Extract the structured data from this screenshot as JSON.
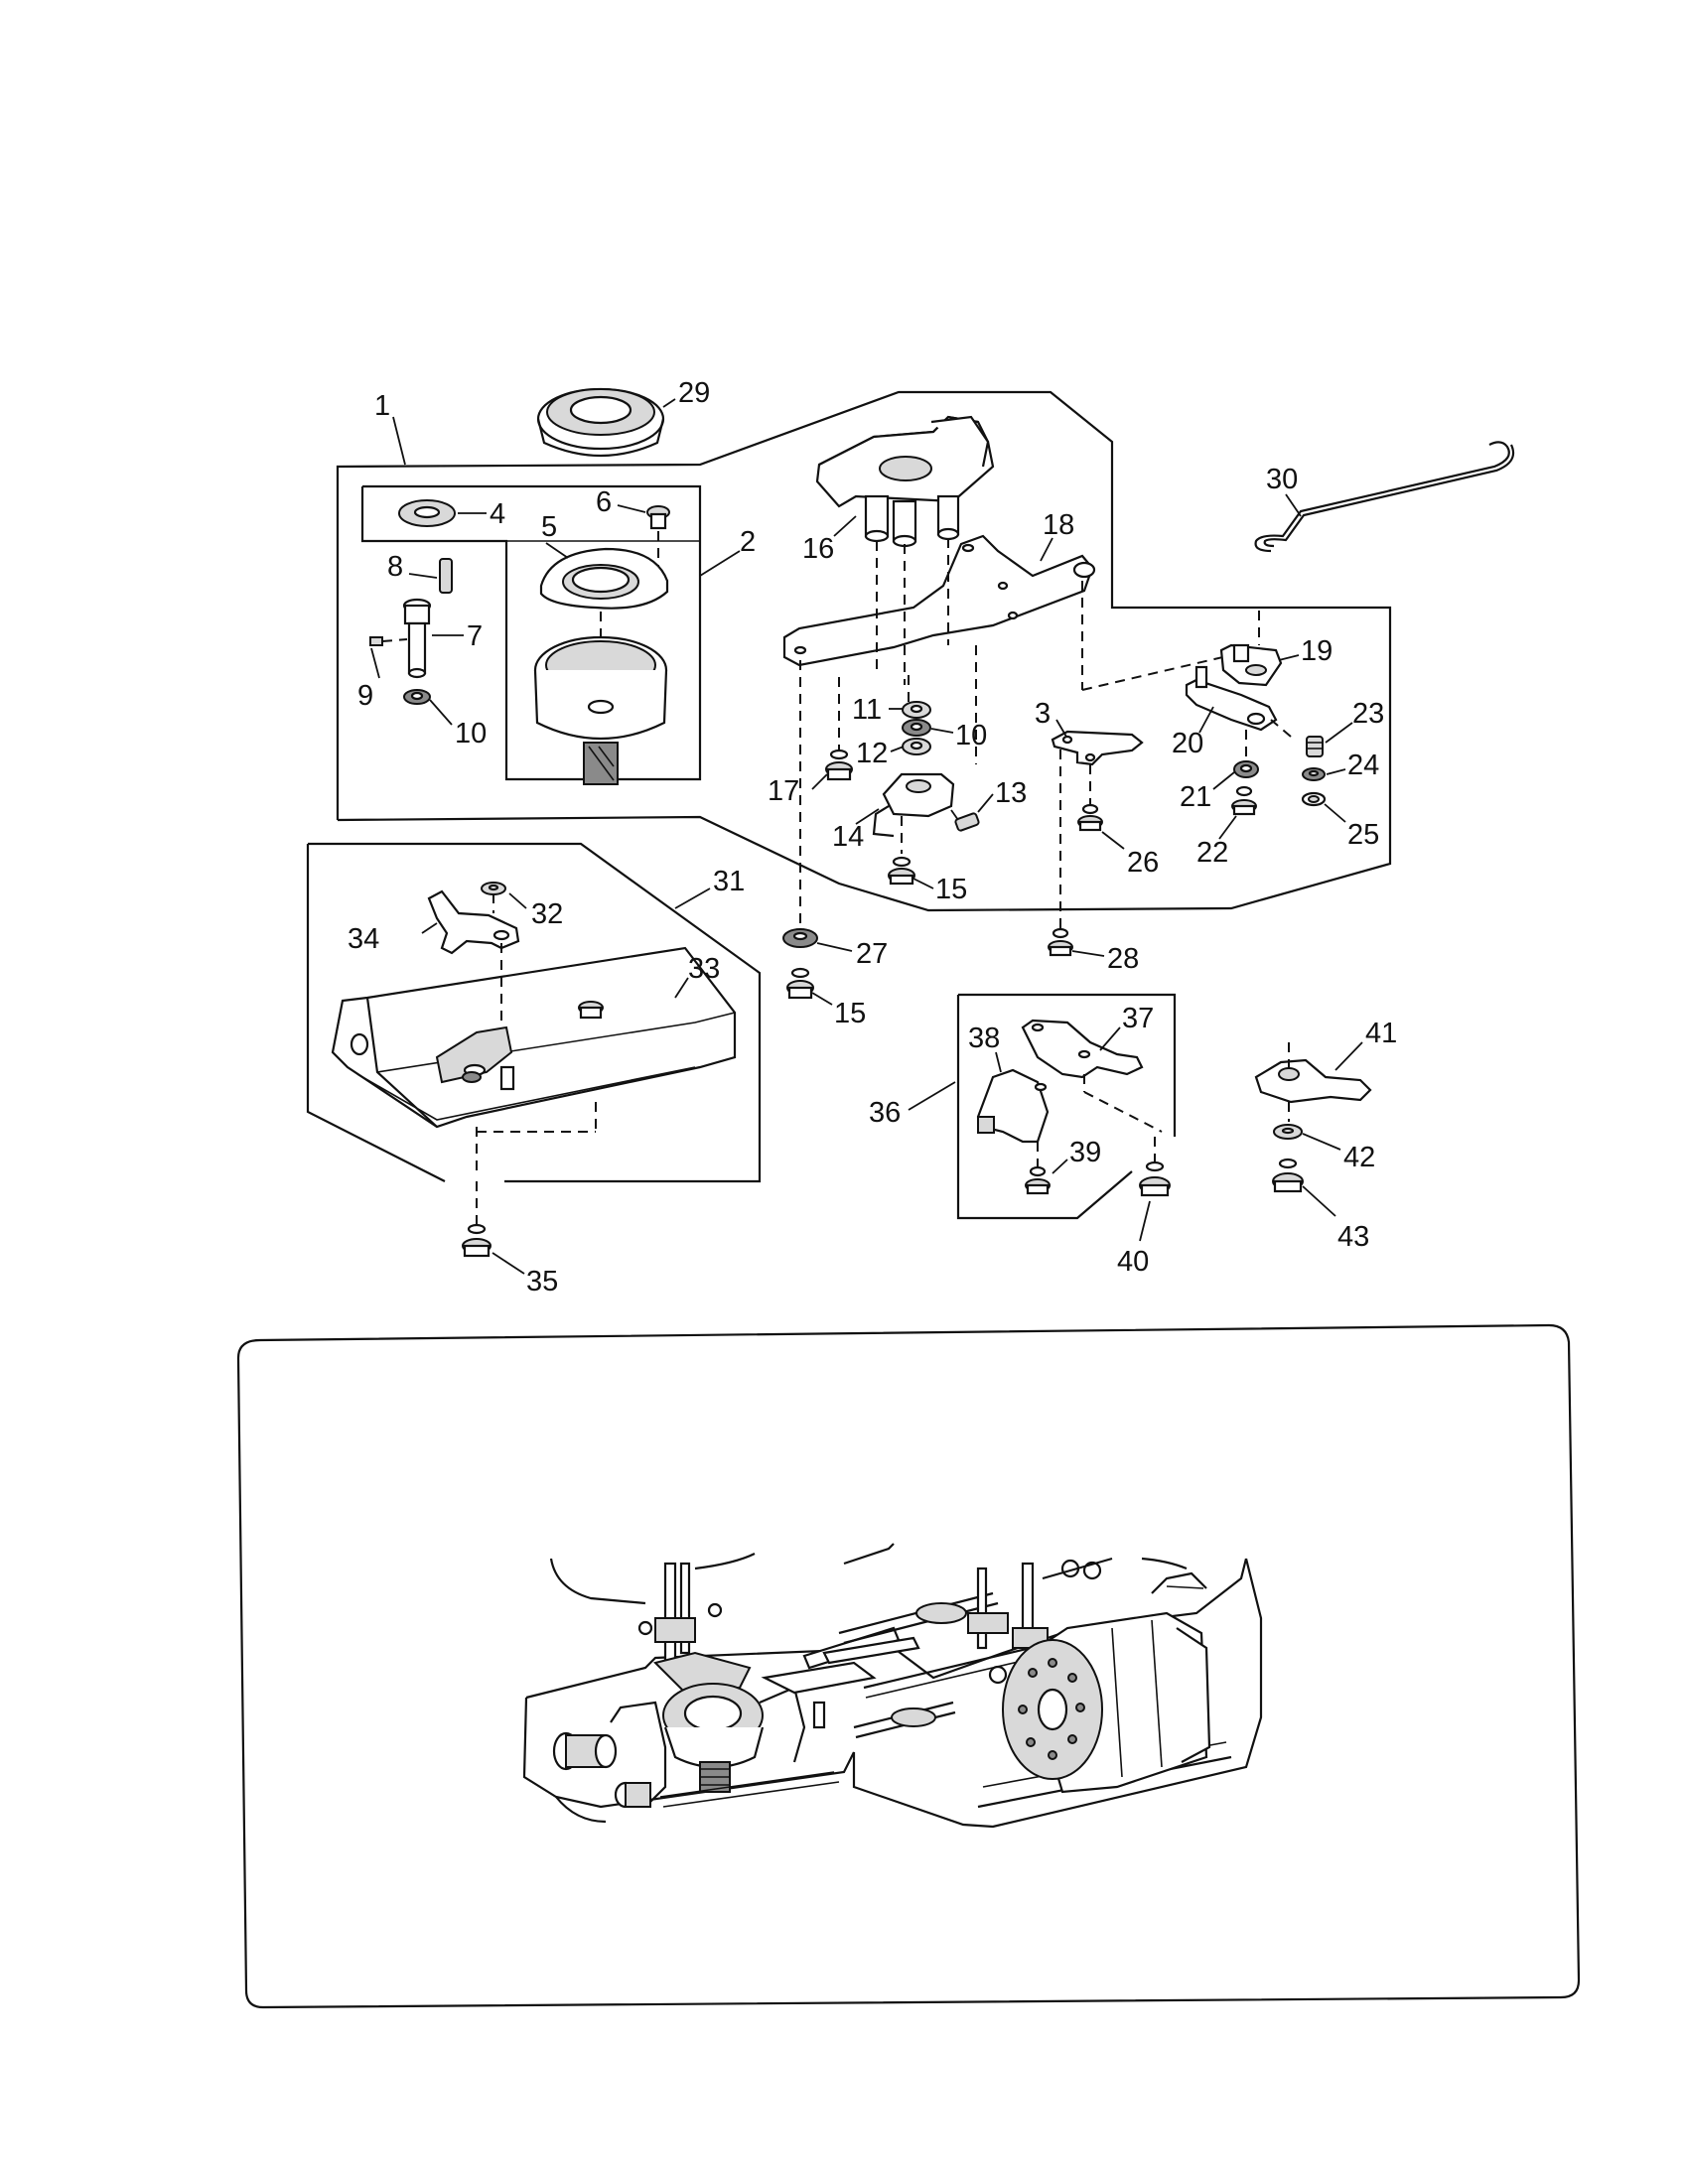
{
  "callouts": [
    {
      "id": "1",
      "label": "1"
    },
    {
      "id": "2",
      "label": "2"
    },
    {
      "id": "3",
      "label": "3"
    },
    {
      "id": "4",
      "label": "4"
    },
    {
      "id": "5",
      "label": "5"
    },
    {
      "id": "6",
      "label": "6"
    },
    {
      "id": "7",
      "label": "7"
    },
    {
      "id": "8",
      "label": "8"
    },
    {
      "id": "9",
      "label": "9"
    },
    {
      "id": "10a",
      "label": "10"
    },
    {
      "id": "10b",
      "label": "10"
    },
    {
      "id": "11",
      "label": "11"
    },
    {
      "id": "12",
      "label": "12"
    },
    {
      "id": "13",
      "label": "13"
    },
    {
      "id": "14",
      "label": "14"
    },
    {
      "id": "15a",
      "label": "15"
    },
    {
      "id": "15b",
      "label": "15"
    },
    {
      "id": "16",
      "label": "16"
    },
    {
      "id": "17",
      "label": "17"
    },
    {
      "id": "18",
      "label": "18"
    },
    {
      "id": "19",
      "label": "19"
    },
    {
      "id": "20",
      "label": "20"
    },
    {
      "id": "21",
      "label": "21"
    },
    {
      "id": "22",
      "label": "22"
    },
    {
      "id": "23",
      "label": "23"
    },
    {
      "id": "24",
      "label": "24"
    },
    {
      "id": "25",
      "label": "25"
    },
    {
      "id": "26",
      "label": "26"
    },
    {
      "id": "27",
      "label": "27"
    },
    {
      "id": "28",
      "label": "28"
    },
    {
      "id": "29",
      "label": "29"
    },
    {
      "id": "30",
      "label": "30"
    },
    {
      "id": "31",
      "label": "31"
    },
    {
      "id": "32",
      "label": "32"
    },
    {
      "id": "33",
      "label": "33"
    },
    {
      "id": "34",
      "label": "34"
    },
    {
      "id": "35",
      "label": "35"
    },
    {
      "id": "36",
      "label": "36"
    },
    {
      "id": "37",
      "label": "37"
    },
    {
      "id": "38",
      "label": "38"
    },
    {
      "id": "39",
      "label": "39"
    },
    {
      "id": "40",
      "label": "40"
    },
    {
      "id": "41",
      "label": "41"
    },
    {
      "id": "42",
      "label": "42"
    },
    {
      "id": "43",
      "label": "43"
    }
  ]
}
